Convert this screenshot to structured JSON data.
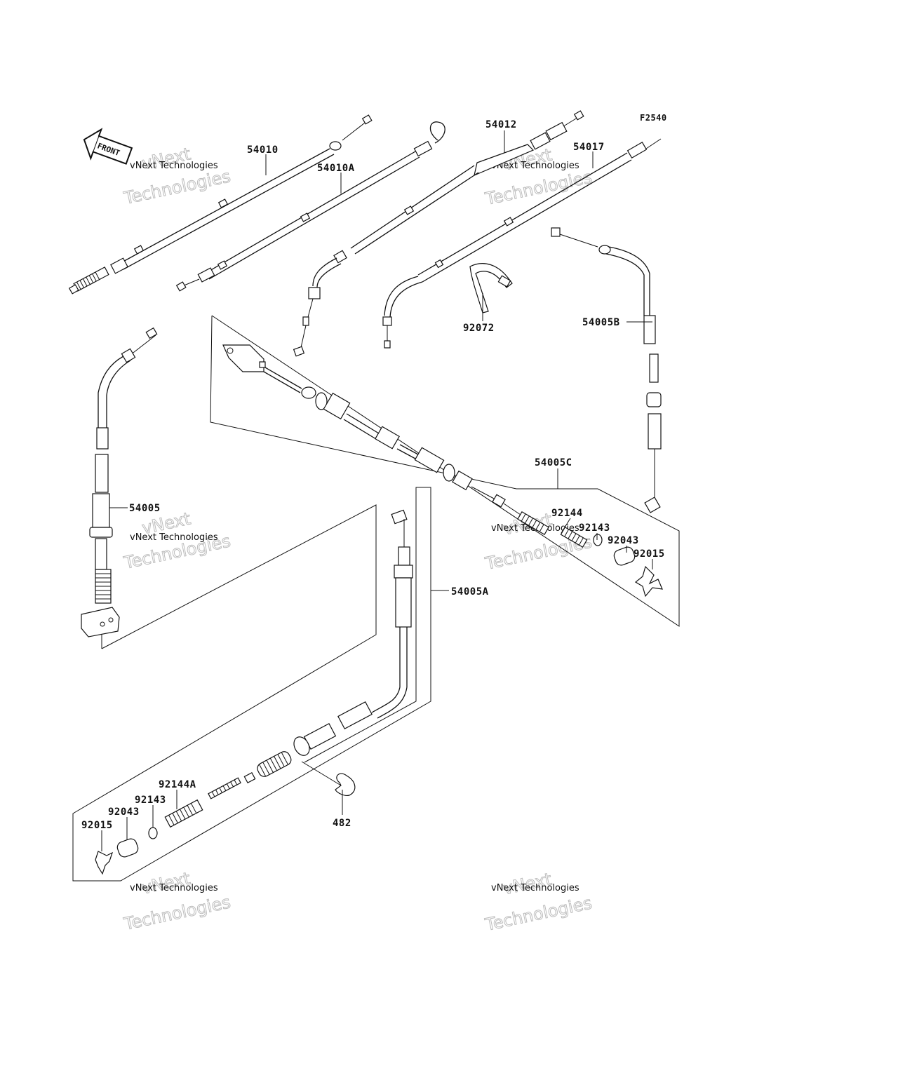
{
  "figure_code": "F2540",
  "front_marker": "FRONT",
  "parts": [
    {
      "id": "54010"
    },
    {
      "id": "54010A"
    },
    {
      "id": "54012"
    },
    {
      "id": "54017"
    },
    {
      "id": "92072"
    },
    {
      "id": "54005B"
    },
    {
      "id": "54005C"
    },
    {
      "id": "54005"
    },
    {
      "id": "92144"
    },
    {
      "id": "92143"
    },
    {
      "id": "92043"
    },
    {
      "id": "92015"
    },
    {
      "id": "54005A"
    },
    {
      "id": "92144A"
    },
    {
      "id": "92143"
    },
    {
      "id": "92043"
    },
    {
      "id": "92015"
    },
    {
      "id": "482"
    }
  ],
  "watermark": {
    "line1": "vNext Technologies",
    "line2": "Technologies",
    "overlay": "vNext"
  }
}
